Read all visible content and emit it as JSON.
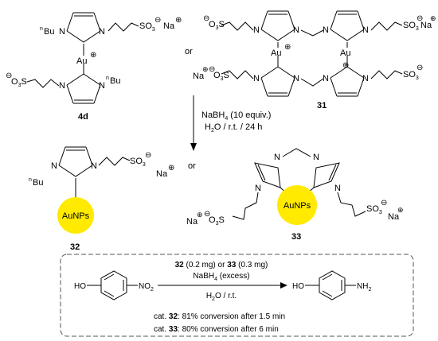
{
  "compounds": {
    "c4d": {
      "id": "4d"
    },
    "c31": {
      "id": "31"
    },
    "c32": {
      "id": "32"
    },
    "c33": {
      "id": "33"
    }
  },
  "labels": {
    "or": "or",
    "nBu_prefix": "n",
    "Bu": "Bu",
    "Au": "Au",
    "SO3": "SO",
    "SO3_sub": "3",
    "Na": "Na",
    "O3S_left": "O",
    "O3S_sub": "3",
    "O3S_S": "S",
    "N": "N",
    "AuNPs": "AuNPs"
  },
  "reaction1": {
    "reagent_line1": "NaBH",
    "reagent_line1_sub": "4",
    "reagent_line1_tail": " (10 equiv.)",
    "reagent_line2": "H",
    "reagent_line2_sub": "2",
    "reagent_line2_tail": "O / r.t. / 24 h"
  },
  "catalysis": {
    "above_line1_a": "32",
    "above_line1_b": " (0.2 mg) or ",
    "above_line1_c": "33",
    "above_line1_d": " (0.3 mg)",
    "above_line2": "NaBH",
    "above_line2_sub": "4",
    "above_line2_tail": " (excess)",
    "below_line1": "H",
    "below_line1_sub": "2",
    "below_line1_tail": "O / r.t.",
    "reactant_HO": "HO",
    "reactant_NO2": "NO",
    "reactant_NO2_sub": "2",
    "product_HO": "HO",
    "product_NH2": "NH",
    "product_NH2_sub": "2",
    "result1_prefix": "cat. ",
    "result1_cat": "32",
    "result1_text": ": 81% conversion after 1.5 min",
    "result2_prefix": "cat. ",
    "result2_cat": "33",
    "result2_text": ": 80% conversion after 6 min"
  },
  "colors": {
    "nanoparticle": "#ffea00",
    "frame": "#555555"
  }
}
